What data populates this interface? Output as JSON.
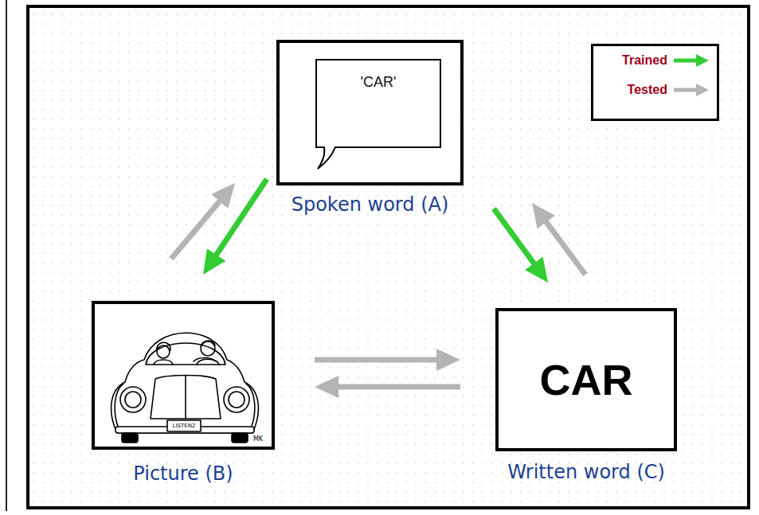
{
  "diagram": {
    "nodes": [
      {
        "text": [
          "'CAR'",
          "Spoken word (A)"
        ]
      },
      {
        "text": [
          "Picture (B)"
        ]
      },
      {
        "text": [
          "CAR",
          "Written word (C)"
        ]
      }
    ],
    "edges": [
      {
        "from": 0,
        "to": 1,
        "arrow": "to"
      },
      {
        "from": 0,
        "to": 2,
        "arrow": "to"
      },
      {
        "from": 1,
        "to": 0,
        "arrow": "to"
      },
      {
        "from": 2,
        "to": 0,
        "arrow": "to"
      },
      {
        "from": 1,
        "to": 2,
        "arrow": "to"
      },
      {
        "from": 2,
        "to": 1,
        "arrow": "to"
      }
    ],
    "labels": [
      "LISTEN2",
      "MK"
    ],
    "legend": [
      {
        "text": "Trained"
      },
      {
        "text": "Tested"
      }
    ]
  }
}
